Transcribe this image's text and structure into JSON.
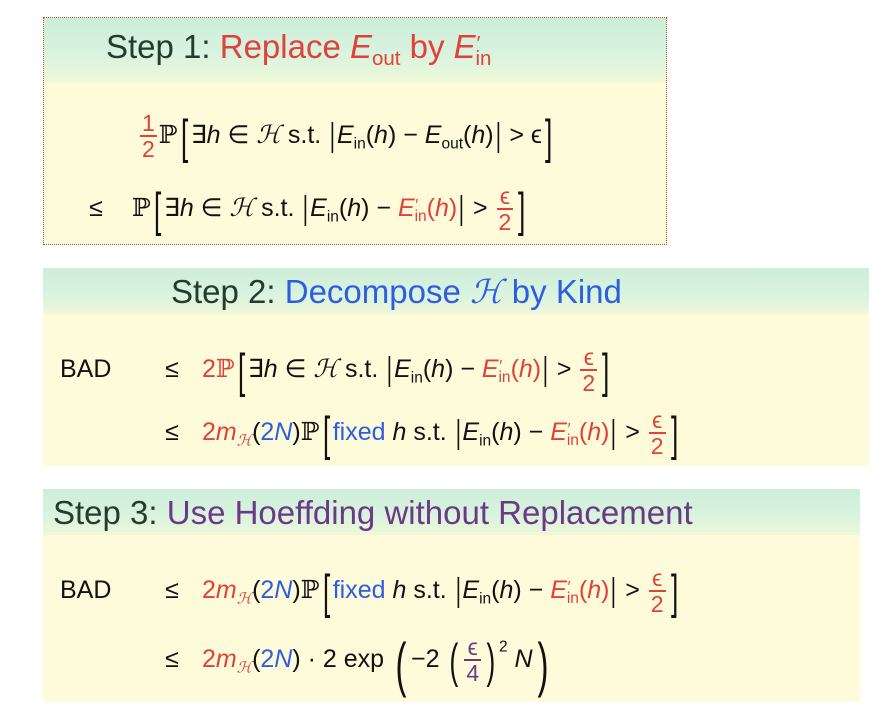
{
  "step1": {
    "prefix": "Step 1: ",
    "title_main": "Replace ",
    "title_mid": " by ",
    "line1_coef": {
      "num": "1",
      "den": "2"
    },
    "line2_rel": "≤"
  },
  "step2": {
    "prefix": "Step 2: ",
    "title_a": "Decompose ",
    "title_b": " by Kind",
    "bad_label": "BAD",
    "rel": "≤",
    "coef2": "2",
    "fixed": "fixed"
  },
  "step3": {
    "prefix": "Step 3: ",
    "title": "Use Hoeffding without Replacement",
    "bad_label": "BAD",
    "rel": "≤",
    "fixed": "fixed",
    "exp_word": "exp",
    "exp_frac": {
      "num": "ϵ",
      "den": "4"
    }
  },
  "symbols": {
    "E": "E",
    "out": "out",
    "in": "in",
    "prime": "′",
    "P": "ℙ",
    "H": "ℋ",
    "exists": "∃",
    "elem": "∈",
    "st": "s.t.",
    "h": "h",
    "gt": ">",
    "eps": "ϵ",
    "two": "2",
    "N": "N",
    "m": "m"
  },
  "colors": {
    "step_label": "#243b2e",
    "red": "#e0413a",
    "blue": "#2f5de0",
    "purple": "#6b3a86"
  }
}
